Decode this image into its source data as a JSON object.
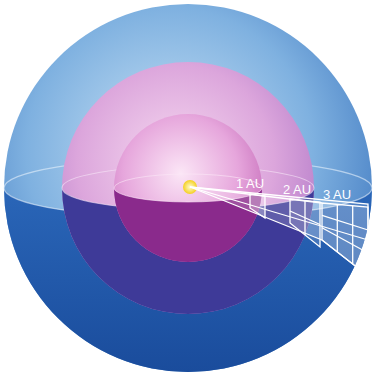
{
  "diagram": {
    "labels": [
      "1 AU",
      "2 AU",
      "3 AU"
    ]
  }
}
